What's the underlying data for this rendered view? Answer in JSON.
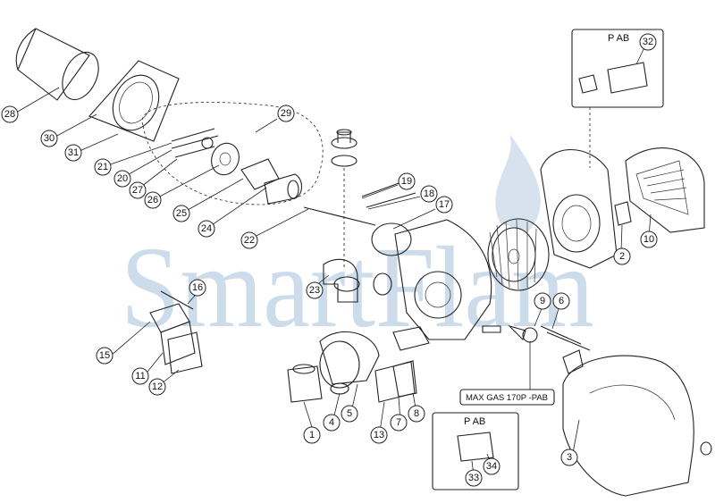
{
  "watermark": {
    "text": "SmartFlam",
    "color": "#b9cfe3"
  },
  "labels": {
    "max_gas": "MAX GAS 170P -PAB",
    "pab_top": "P AB",
    "pab_bottom": "P AB"
  },
  "callouts": [
    "1",
    "2",
    "3",
    "4",
    "5",
    "6",
    "7",
    "8",
    "9",
    "10",
    "11",
    "12",
    "13",
    "15",
    "16",
    "17",
    "18",
    "19",
    "20",
    "21",
    "22",
    "23",
    "24",
    "25",
    "26",
    "27",
    "28",
    "29",
    "30",
    "31",
    "32",
    "33",
    "34"
  ]
}
